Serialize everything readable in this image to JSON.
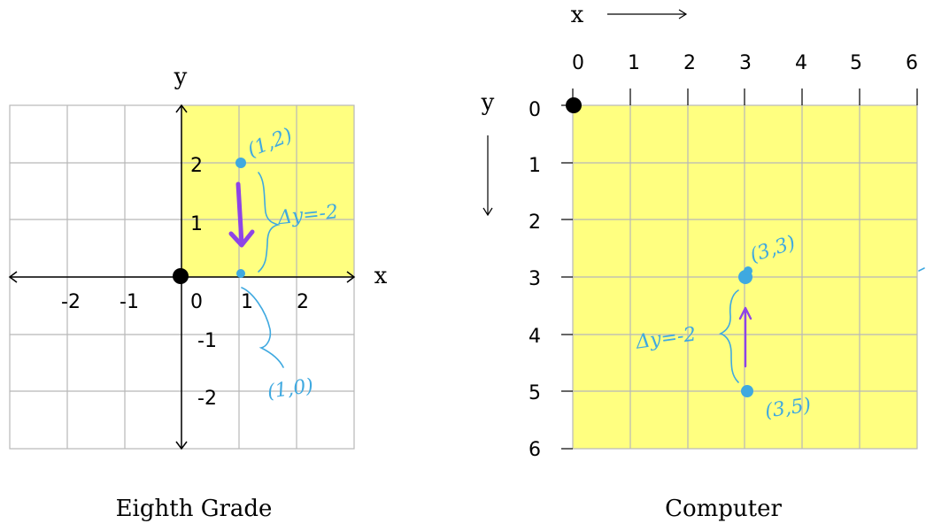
{
  "left_panel": {
    "caption": "Eighth Grade",
    "axis_x_label": "x",
    "axis_y_label": "y",
    "x_ticks": [
      "-2",
      "-1",
      "0",
      "1",
      "2"
    ],
    "y_ticks": [
      "2",
      "1",
      "-1",
      "-2"
    ],
    "point_top_label": "(1,2)",
    "point_bottom_label": "(1,0)",
    "delta_label": "Δy=-2"
  },
  "right_panel": {
    "caption": "Computer",
    "axis_x_label": "x",
    "axis_y_label": "y",
    "x_ticks": [
      "0",
      "1",
      "2",
      "3",
      "4",
      "5",
      "6"
    ],
    "y_ticks": [
      "0",
      "1",
      "2",
      "3",
      "4",
      "5",
      "6"
    ],
    "point_top_label": "(3,3)",
    "point_bottom_label": "(3,5)",
    "delta_label": "Δy=-2"
  },
  "colors": {
    "highlight": "#ffff80",
    "grid": "#b8b8b8",
    "axis": "#000000",
    "annotation": "#3fa9e0",
    "arrow": "#8e44e6",
    "origin_dot": "#000000"
  }
}
